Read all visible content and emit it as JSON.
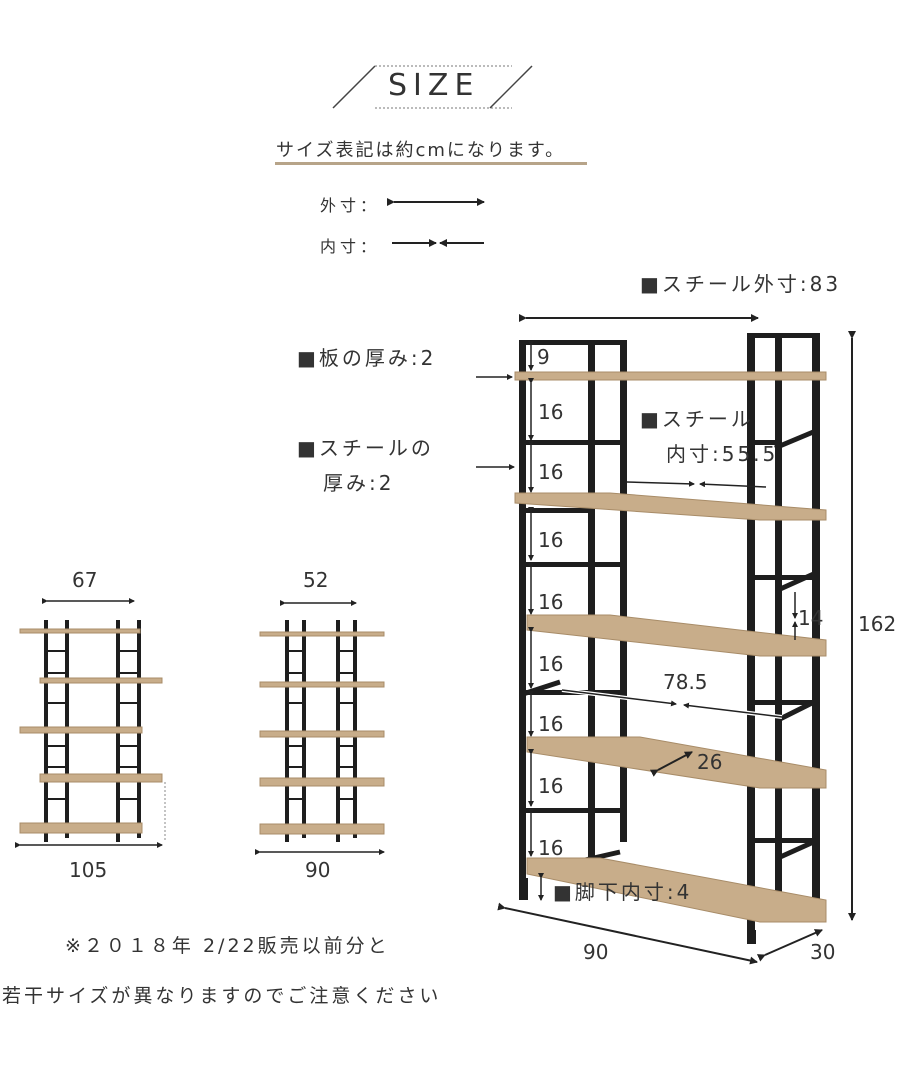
{
  "header": {
    "title": "SIZE",
    "subtitle": "サイズ表記は約cmになります。",
    "legend_outer": "外寸：",
    "legend_inner": "内寸："
  },
  "labels": {
    "steel_outer": "■スチール外寸:83",
    "board_thickness": "■板の厚み:2",
    "steel_thickness_1": "■スチールの",
    "steel_thickness_2": "厚み:2",
    "steel_inner_1": "■スチール",
    "steel_inner_2": "内寸:55.5",
    "leg_inner": "■脚下内寸:4",
    "top_gap": "9",
    "shelf_gaps": [
      "16",
      "16",
      "16",
      "16",
      "16",
      "16",
      "16",
      "16"
    ],
    "depth_14": "14",
    "height": "162",
    "inner_width": "78.5",
    "shelf_depth": "26",
    "width": "90",
    "depth": "30"
  },
  "small_left": {
    "top_width": "67",
    "bottom_width": "105"
  },
  "small_mid": {
    "top_width": "52",
    "bottom_width": "90"
  },
  "notes": {
    "line1": "※２０１８年 2/22販売以前分と",
    "line2": "若干サイズが異なりますのでご注意ください"
  },
  "colors": {
    "wood": "#c8ad8a",
    "wood_edge": "#a88c68",
    "steel": "#1e1e1e",
    "accent": "#b7a489"
  }
}
